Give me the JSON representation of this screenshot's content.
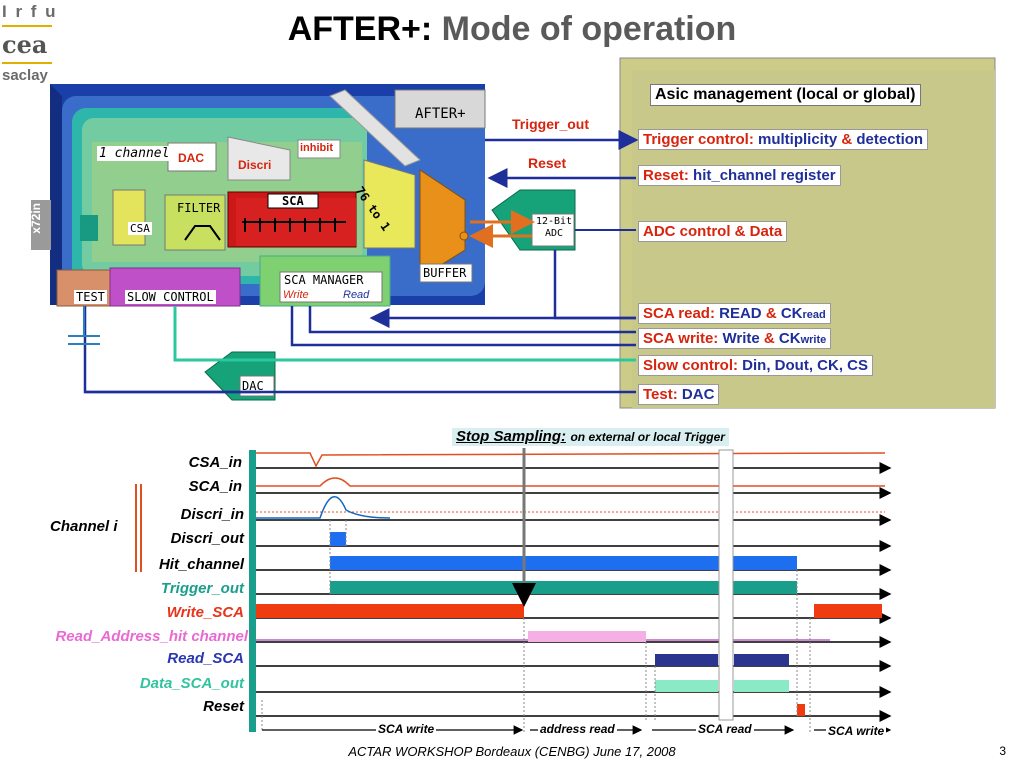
{
  "logo": {
    "line1": "I r f u",
    "line2": "cea",
    "line3": "saclay"
  },
  "title": {
    "part1": "AFTER+:",
    "part2": "Mode of operation"
  },
  "chip": {
    "after_label": "AFTER+",
    "x72_label": "x72in",
    "channel_label": "1 channel",
    "dac": "DAC",
    "inhibit": "inhibit",
    "discri": "Discri",
    "sca": "SCA",
    "filter": "FILTER",
    "csa": "CSA",
    "mux": "76 to 1",
    "buffer": "BUFFER",
    "sca_manager": "SCA MANAGER",
    "write": "Write",
    "read": "Read",
    "test": "TEST",
    "slow_control": "SLOW CONTROL",
    "adc": "12-Bit ADC",
    "dac_bottom": "DAC"
  },
  "signals": {
    "trigger_out": "Trigger_out",
    "reset": "Reset"
  },
  "asic_panel": {
    "title": "Asic management (local or global)",
    "items": [
      {
        "key": "Trigger control:",
        "value": "multiplicity",
        "amp": "&",
        "value2": "detection"
      },
      {
        "key": "Reset:",
        "value": "hit_channel register"
      },
      {
        "key": "ADC control & Data"
      },
      {
        "key": "SCA read:",
        "value": "READ",
        "amp": "&",
        "value2": "CK",
        "sub": "read"
      },
      {
        "key": "SCA write:",
        "value": "Write",
        "amp": "&",
        "value2": "CK",
        "sub": "write"
      },
      {
        "key": "Slow control:",
        "value": "Din, Dout, CK, CS"
      },
      {
        "key": "Test:",
        "value": "DAC"
      }
    ]
  },
  "timing": {
    "stop_sampling": "Stop Sampling:",
    "stop_sampling_note": "on external or local Trigger",
    "channel_label": "Channel i",
    "rows": [
      {
        "name": "CSA_in",
        "color": "#000000"
      },
      {
        "name": "SCA_in",
        "color": "#000000"
      },
      {
        "name": "Discri_in",
        "color": "#000000"
      },
      {
        "name": "Discri_out",
        "color": "#000000"
      },
      {
        "name": "Hit_channel",
        "color": "#000000"
      },
      {
        "name": "Trigger_out",
        "color": "#1a9e8c"
      },
      {
        "name": "Write_SCA",
        "color": "#e8341c"
      },
      {
        "name": "Read_Address_hit channel",
        "color": "#e86ad2"
      },
      {
        "name": "Read_SCA",
        "color": "#2b37b0"
      },
      {
        "name": "Data_SCA_out",
        "color": "#33c2a0"
      },
      {
        "name": "Reset",
        "color": "#000000"
      }
    ],
    "phases": [
      "SCA write",
      "address read",
      "SCA read",
      "SCA write"
    ]
  },
  "footer": "ACTAR WORKSHOP Bordeaux (CENBG) June 17, 2008",
  "page_number": "3"
}
